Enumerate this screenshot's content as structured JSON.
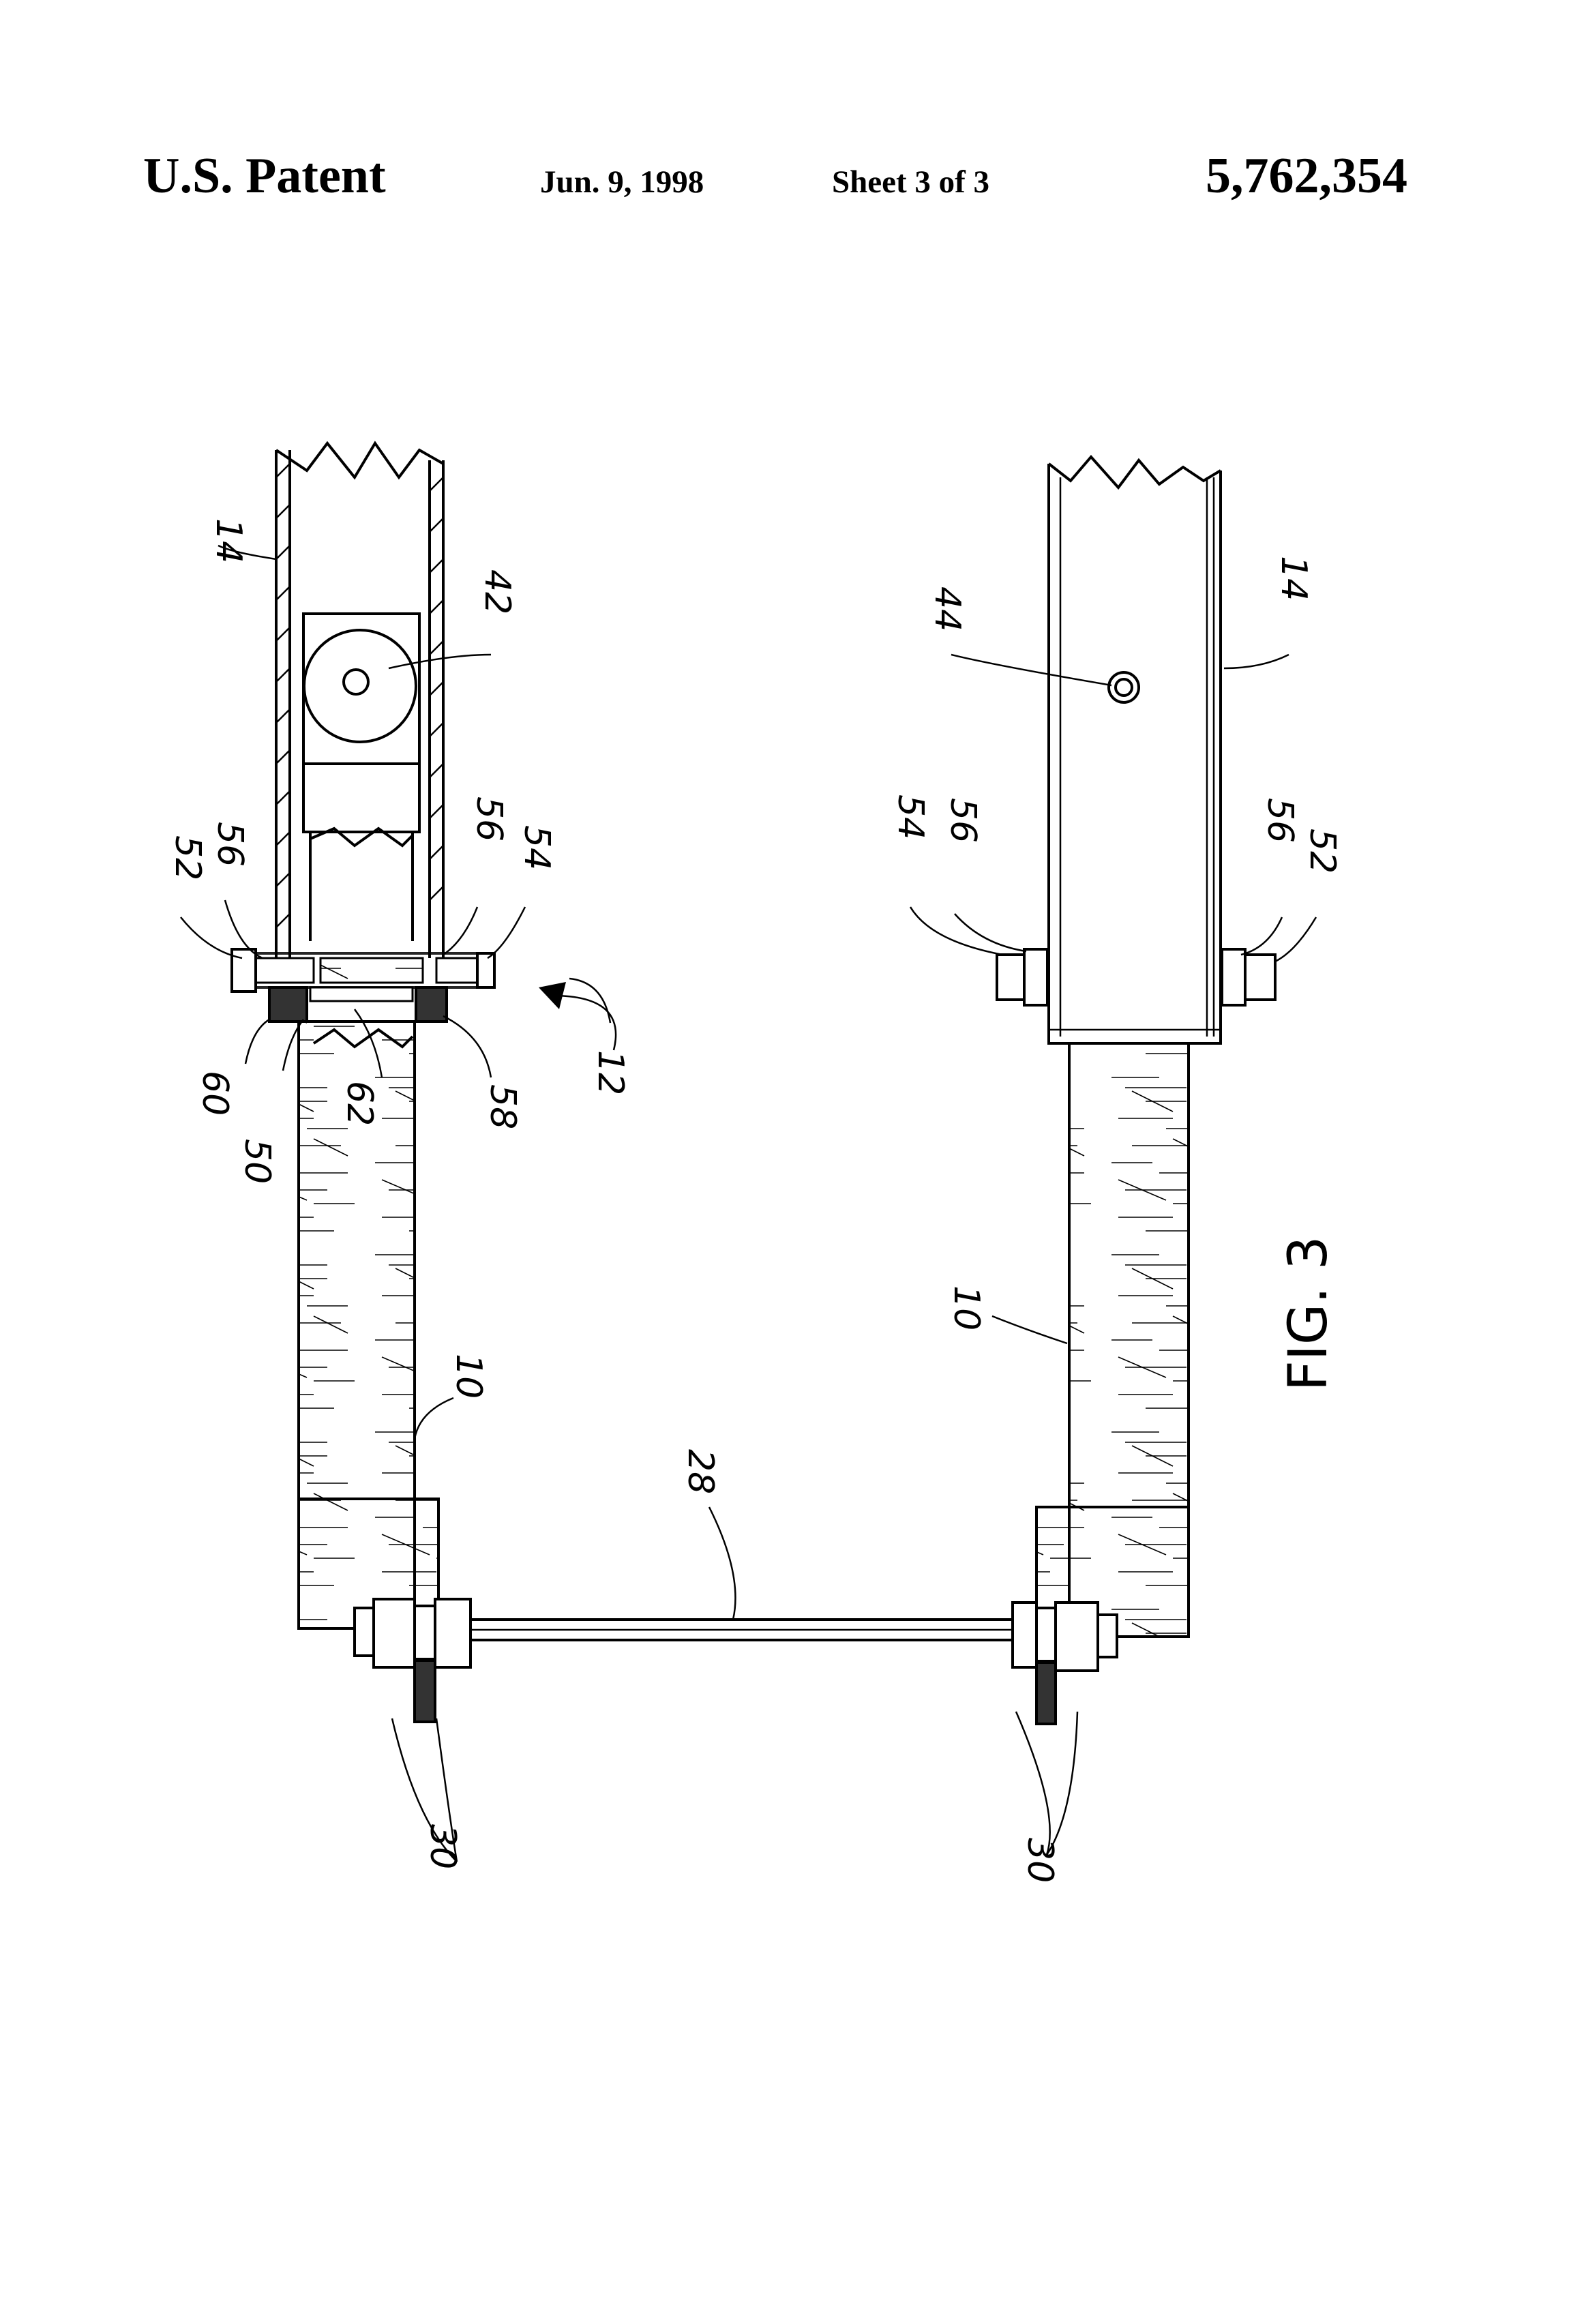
{
  "header": {
    "title": "U.S. Patent",
    "date": "Jun. 9, 1998",
    "sheet": "Sheet 3 of 3",
    "patent_number": "5,762,354"
  },
  "figure": {
    "caption": "FIG. 3",
    "labels": {
      "l14_left": "14",
      "l42": "42",
      "l44": "44",
      "l14_right": "14",
      "l52_left": "52",
      "l56_left": "56",
      "l56_left2": "56",
      "l54_left": "54",
      "l54_right": "54",
      "l56_right": "56",
      "l56_right2": "56",
      "l52_right": "52",
      "l12": "12",
      "l60": "60",
      "l50": "50",
      "l62": "62",
      "l58": "58",
      "l10_left": "10",
      "l10_right": "10",
      "l28": "28",
      "l30_left": "30",
      "l30_right": "30"
    }
  }
}
